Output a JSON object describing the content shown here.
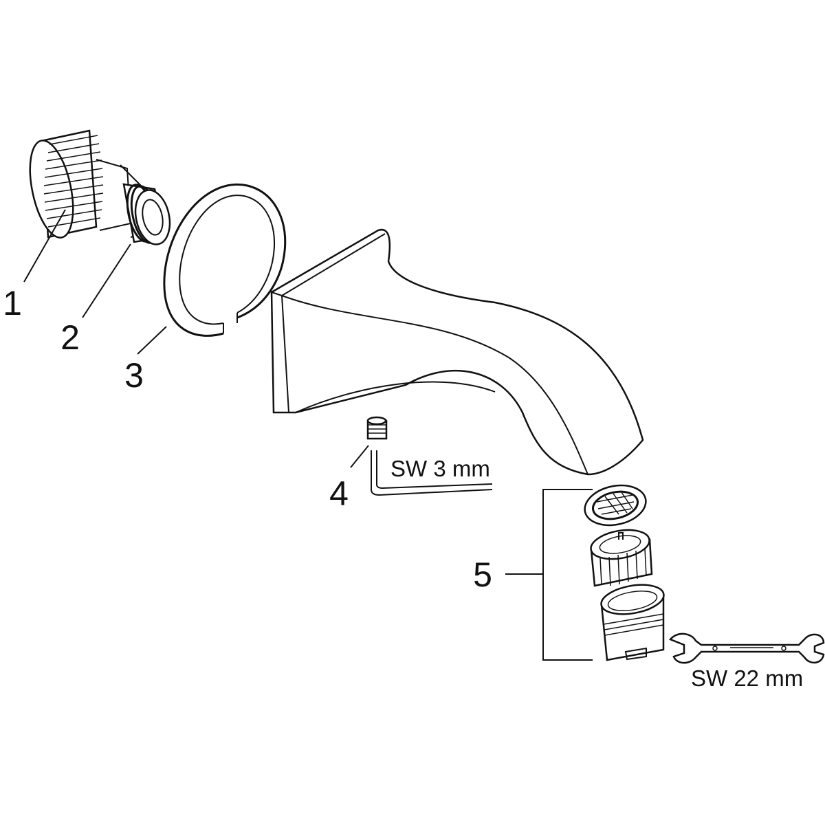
{
  "parts": [
    {
      "number": "1"
    },
    {
      "number": "2"
    },
    {
      "number": "3"
    },
    {
      "number": "4"
    },
    {
      "number": "5"
    }
  ],
  "tools": {
    "allen_key_size": "SW 3 mm",
    "wrench_size": "SW 22 mm"
  }
}
